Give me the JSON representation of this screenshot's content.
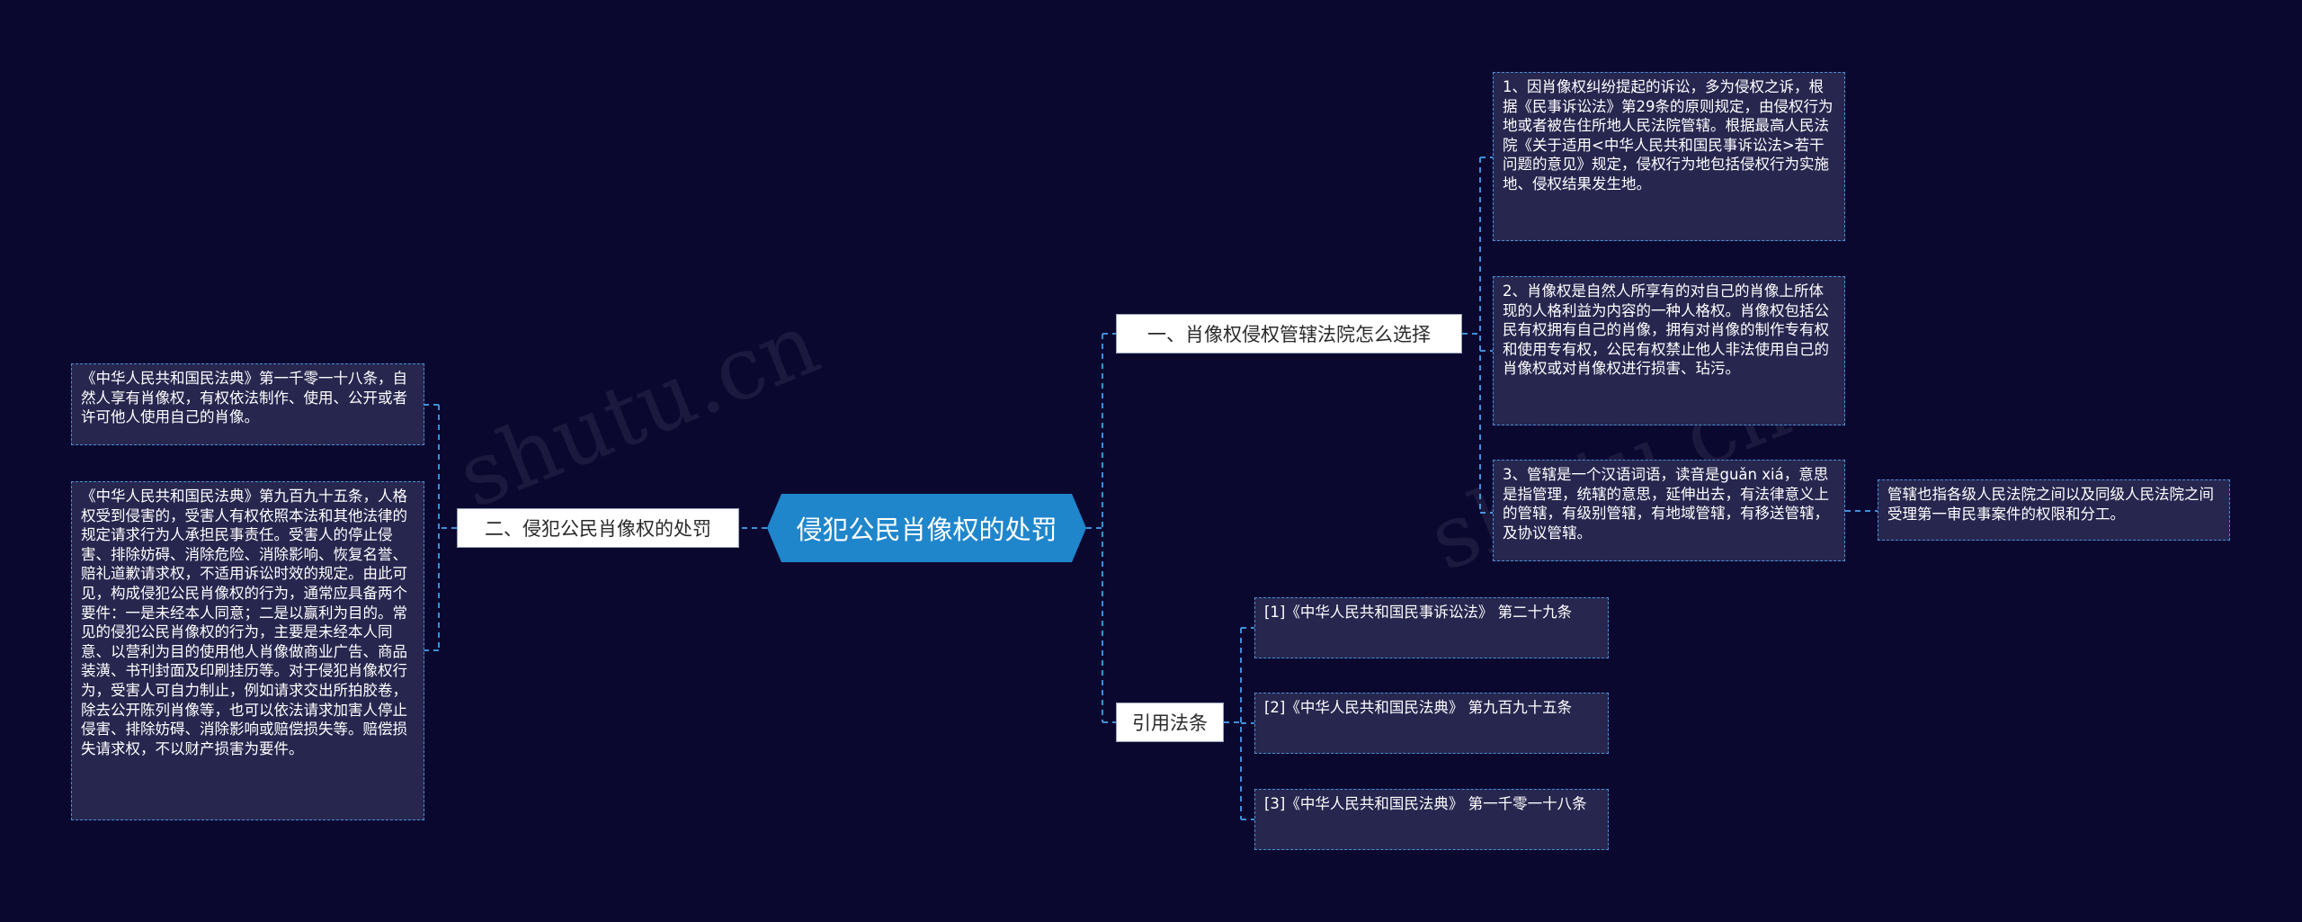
{
  "watermark": "shutu.cn",
  "root": {
    "label": "侵犯公民肖像权的处罚"
  },
  "left_branch": {
    "label": "二、侵犯公民肖像权的处罚",
    "leaves": [
      "《中华人民共和国民法典》第一千零一十八条，自然人享有肖像权，有权依法制作、使用、公开或者许可他人使用自己的肖像。",
      "《中华人民共和国民法典》第九百九十五条，人格权受到侵害的，受害人有权依照本法和其他法律的规定请求行为人承担民事责任。受害人的停止侵害、排除妨碍、消除危险、消除影响、恢复名誉、赔礼道歉请求权，不适用诉讼时效的规定。由此可见，构成侵犯公民肖像权的行为，通常应具备两个要件：一是未经本人同意；二是以赢利为目的。常见的侵犯公民肖像权的行为，主要是未经本人同意、以营利为目的使用他人肖像做商业广告、商品装潢、书刊封面及印刷挂历等。对于侵犯肖像权行为，受害人可自力制止，例如请求交出所拍胶卷，除去公开陈列肖像等，也可以依法请求加害人停止侵害、排除妨碍、消除影响或赔偿损失等。赔偿损失请求权，不以财产损害为要件。"
    ]
  },
  "right_branch_1": {
    "label": "一、肖像权侵权管辖法院怎么选择",
    "leaves": [
      "1、因肖像权纠纷提起的诉讼，多为侵权之诉，根据《民事诉讼法》第29条的原则规定，由侵权行为地或者被告住所地人民法院管辖。根据最高人民法院《关于适用<中华人民共和国民事诉讼法>若干问题的意见》规定，侵权行为地包括侵权行为实施地、侵权结果发生地。",
      "2、肖像权是自然人所享有的对自己的肖像上所体现的人格利益为内容的一种人格权。肖像权包括公民有权拥有自己的肖像，拥有对肖像的制作专有权和使用专有权，公民有权禁止他人非法使用自己的肖像权或对肖像权进行损害、玷污。",
      "3、管辖是一个汉语词语，读音是guǎn xiá，意思是指管理，统辖的意思，延伸出去，有法律意义上的管辖，有级别管辖，有地域管辖，有移送管辖，及协议管辖。"
    ],
    "sub_leaf": "管辖也指各级人民法院之间以及同级人民法院之间受理第一审民事案件的权限和分工。"
  },
  "right_branch_2": {
    "label": "引用法条",
    "leaves": [
      "[1]《中华人民共和国民事诉讼法》 第二十九条",
      "[2]《中华人民共和国民法典》 第九百九十五条",
      "[3]《中华人民共和国民法典》 第一千零一十八条"
    ]
  }
}
